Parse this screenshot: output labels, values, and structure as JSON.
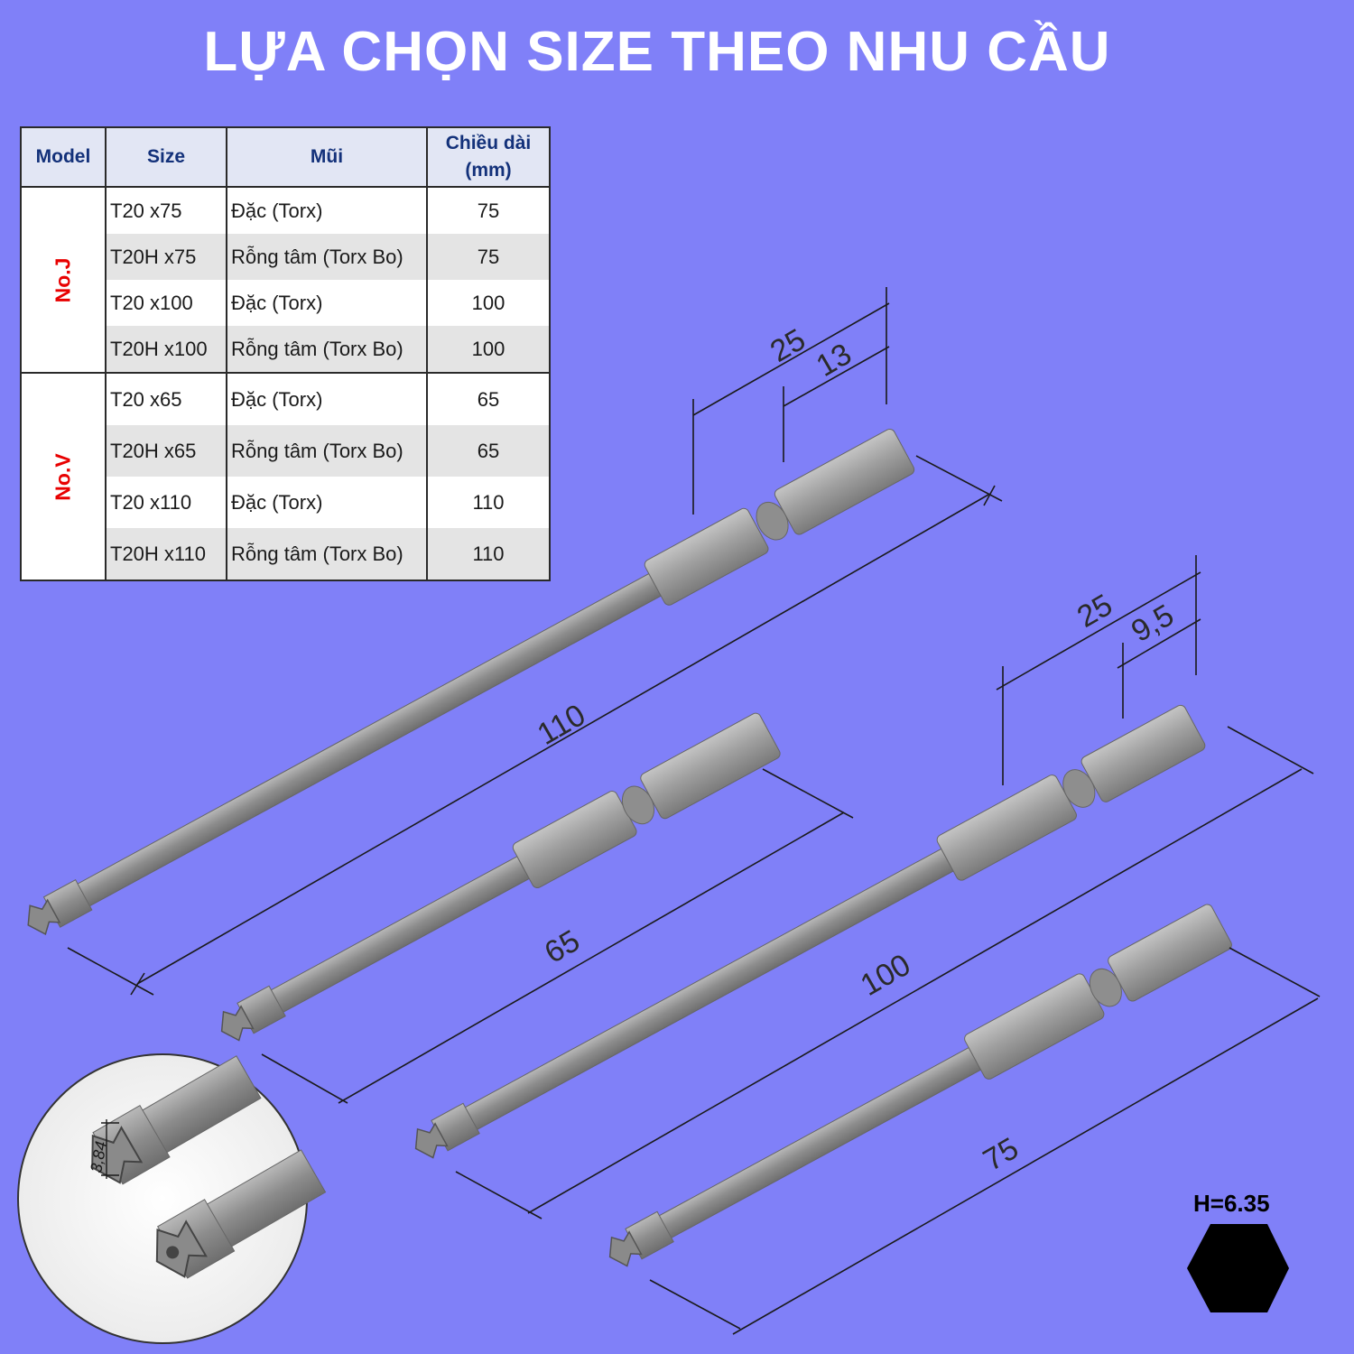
{
  "title": "LỰA CHỌN SIZE THEO NHU CẦU",
  "table": {
    "headers": {
      "model": "Model",
      "size": "Size",
      "tip": "Mũi",
      "length_line1": "Chiều dài",
      "length_line2": "(mm)"
    },
    "groups": [
      {
        "model": "No.J",
        "rows": [
          {
            "size": "T20 x75",
            "tip": "Đặc (Torx)",
            "length": "75"
          },
          {
            "size": "T20H x75",
            "tip": "Rỗng tâm (Torx Bo)",
            "length": "75"
          },
          {
            "size": "T20 x100",
            "tip": "Đặc (Torx)",
            "length": "100"
          },
          {
            "size": "T20H x100",
            "tip": "Rỗng tâm (Torx Bo)",
            "length": "100"
          }
        ]
      },
      {
        "model": "No.V",
        "rows": [
          {
            "size": "T20 x65",
            "tip": "Đặc (Torx)",
            "length": "65"
          },
          {
            "size": "T20H x65",
            "tip": "Rỗng tâm (Torx Bo)",
            "length": "65"
          },
          {
            "size": "T20 x110",
            "tip": "Đặc (Torx)",
            "length": "110"
          },
          {
            "size": "T20H x110",
            "tip": "Rỗng tâm (Torx Bo)",
            "length": "110"
          }
        ]
      }
    ]
  },
  "dimensions": {
    "bit_110": {
      "overall": "110",
      "hex_section": "25",
      "hex_end": "13"
    },
    "bit_65": {
      "overall": "65"
    },
    "bit_100": {
      "overall": "100",
      "hex_section": "25",
      "hex_end": "9,5"
    },
    "bit_75": {
      "overall": "75"
    },
    "tip_detail": "3,84"
  },
  "hex_size": "H=6.35",
  "colors": {
    "background": "#8080f8",
    "bit_steel": "#9a9a9a",
    "model_red": "#e80000",
    "header_blue": "#13317a"
  }
}
